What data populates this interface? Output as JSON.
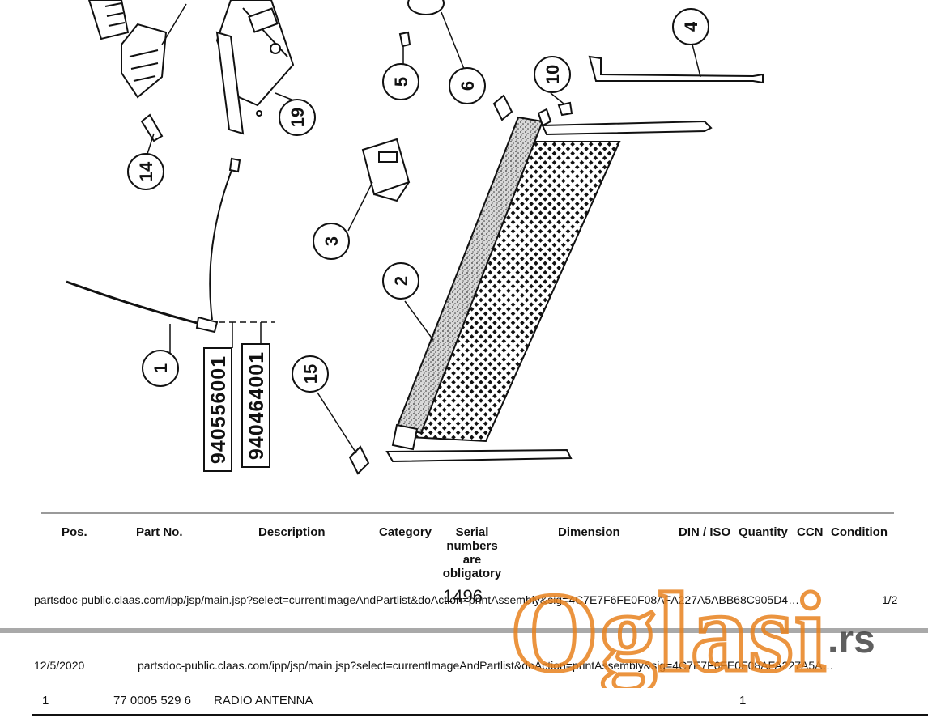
{
  "diagram": {
    "callouts": [
      "1",
      "2",
      "3",
      "4",
      "5",
      "6",
      "10",
      "14",
      "15",
      "19"
    ],
    "part_codes": [
      "940556001",
      "940464001"
    ]
  },
  "table": {
    "headers": {
      "pos": "Pos.",
      "part_no": "Part No.",
      "description": "Description",
      "category": "Category",
      "serial_lines": [
        "Serial",
        "numbers",
        "are",
        "obligatory"
      ],
      "dimension": "Dimension",
      "din_iso": "DIN / ISO",
      "quantity": "Quantity",
      "ccn": "CCN",
      "condition": "Condition"
    },
    "serial_value": "1496",
    "rows": [
      {
        "pos": "1",
        "part_no": "77 0005 529 6",
        "description": "RADIO ANTENNA",
        "quantity": "1"
      }
    ]
  },
  "page1_footer": {
    "url": "partsdoc-public.claas.com/ipp/jsp/main.jsp?select=currentImageAndPartlist&doAction=printAssembly&sig=4C7E7F6FE0F08AFA227A5ABB68C905D4…",
    "page": "1/2"
  },
  "page2_header": {
    "date": "12/5/2020",
    "url": "partsdoc-public.claas.com/ipp/jsp/main.jsp?select=currentImageAndPartlist&doAction=printAssembly&sig=4C7E7F6FE0F08AFA227A5A…"
  },
  "watermark": {
    "brand": "Oglasi",
    "tld": ".rs",
    "color": "#e8821e"
  }
}
